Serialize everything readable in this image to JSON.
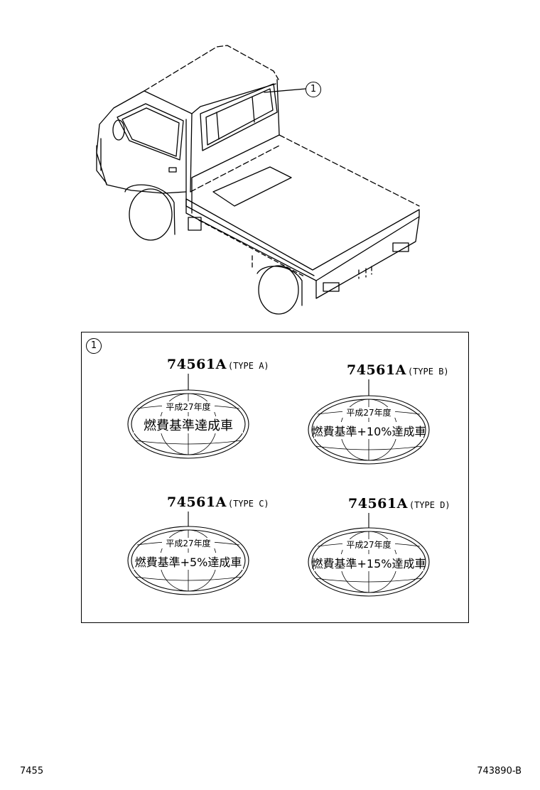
{
  "callout": "1",
  "box_callout": "1",
  "labels": [
    {
      "part_no": "74561A",
      "type": "(TYPE A)",
      "year_text": "平成27年度",
      "badge_text": "燃費基準達成車"
    },
    {
      "part_no": "74561A",
      "type": "(TYPE B)",
      "year_text": "平成27年度",
      "badge_text": "燃費基準+10%達成車"
    },
    {
      "part_no": "74561A",
      "type": "(TYPE C)",
      "year_text": "平成27年度",
      "badge_text": "燃費基準+5%達成車"
    },
    {
      "part_no": "74561A",
      "type": "(TYPE D)",
      "year_text": "平成27年度",
      "badge_text": "燃費基準+15%達成車"
    }
  ],
  "footer": {
    "left": "7455",
    "right": "743890-B"
  }
}
